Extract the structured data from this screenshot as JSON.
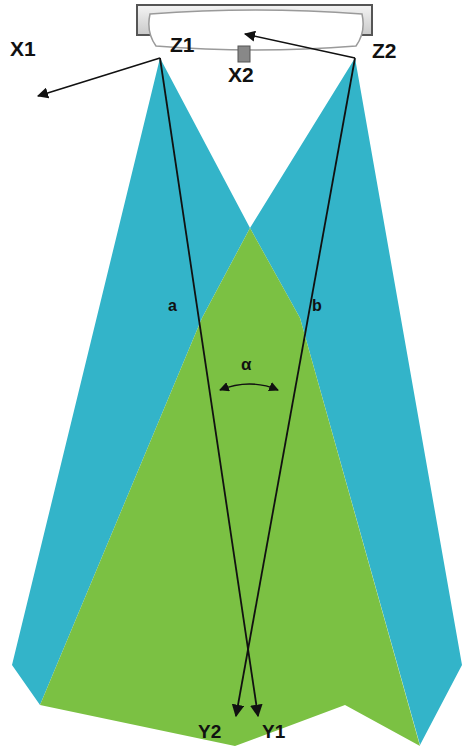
{
  "diagram": {
    "labels": [
      "X1",
      "Z1",
      "X2",
      "Z2",
      "a",
      "b",
      "α",
      "Y2",
      "Y1"
    ]
  }
}
